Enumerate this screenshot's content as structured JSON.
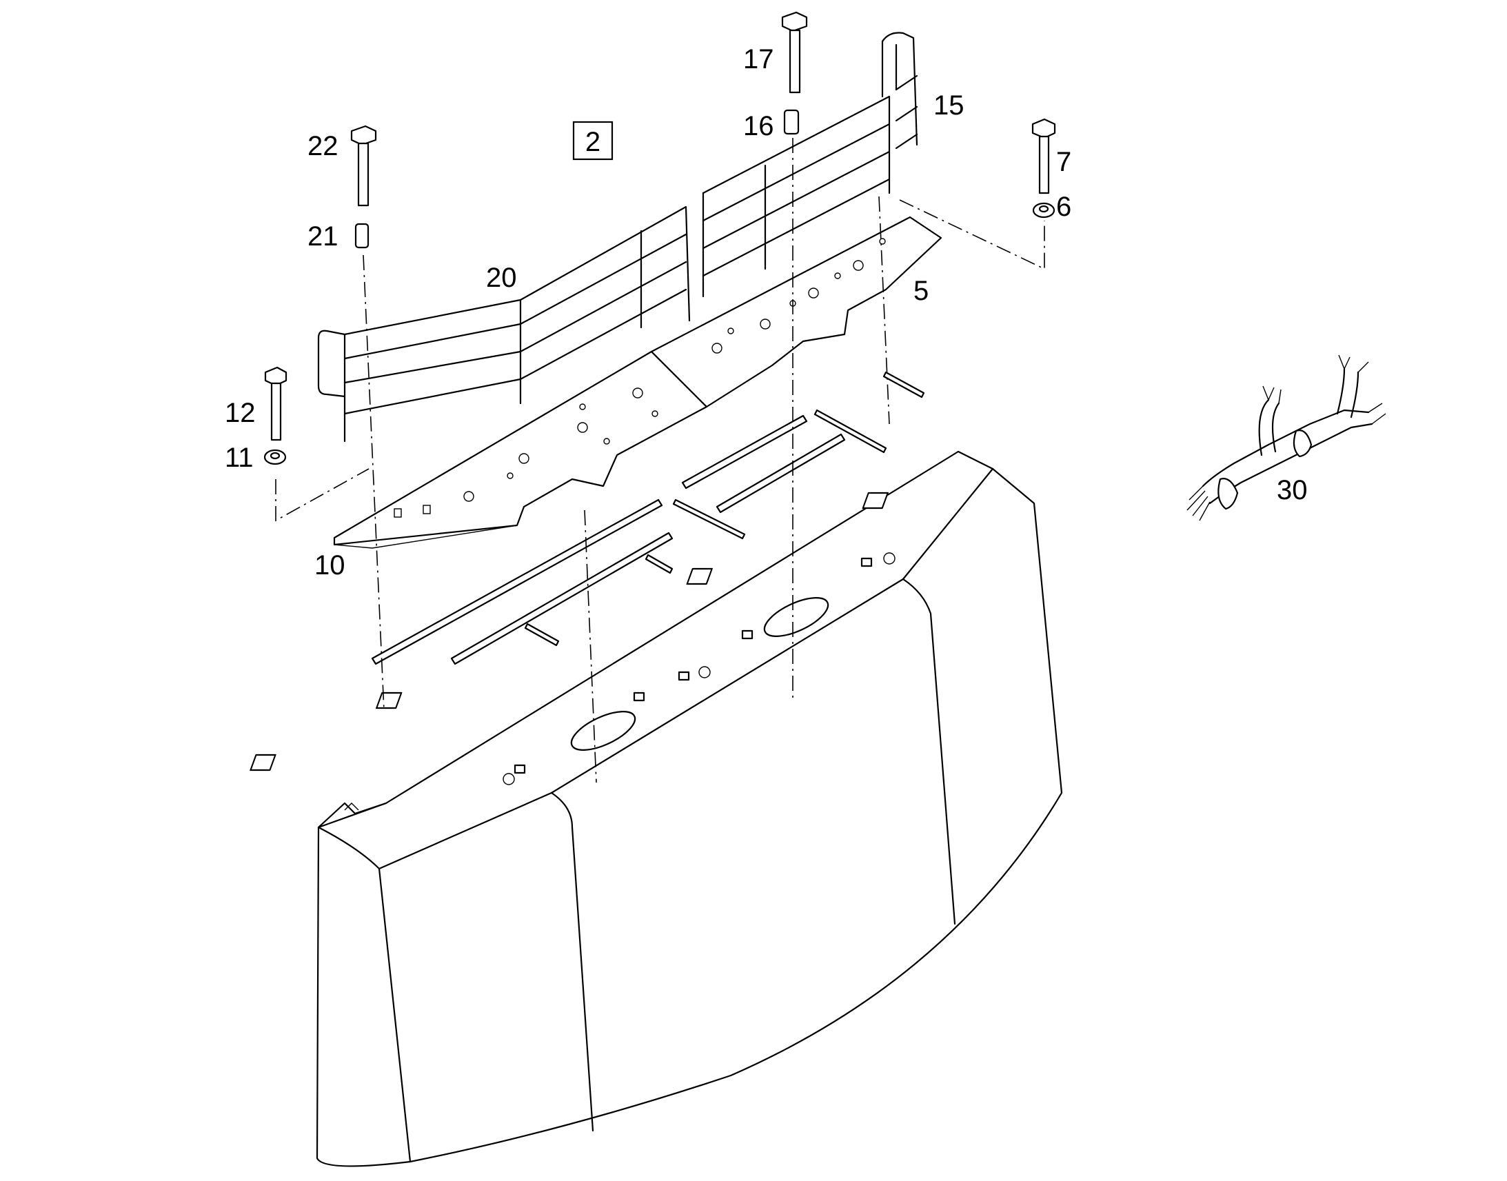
{
  "diagram": {
    "group_number": "2",
    "callouts": [
      {
        "id": "c5",
        "text": "5"
      },
      {
        "id": "c6",
        "text": "6"
      },
      {
        "id": "c7",
        "text": "7"
      },
      {
        "id": "c10",
        "text": "10"
      },
      {
        "id": "c11",
        "text": "11"
      },
      {
        "id": "c12",
        "text": "12"
      },
      {
        "id": "c15",
        "text": "15"
      },
      {
        "id": "c16",
        "text": "16"
      },
      {
        "id": "c17",
        "text": "17"
      },
      {
        "id": "c20",
        "text": "20"
      },
      {
        "id": "c21",
        "text": "21"
      },
      {
        "id": "c22",
        "text": "22"
      },
      {
        "id": "c30",
        "text": "30"
      }
    ]
  }
}
